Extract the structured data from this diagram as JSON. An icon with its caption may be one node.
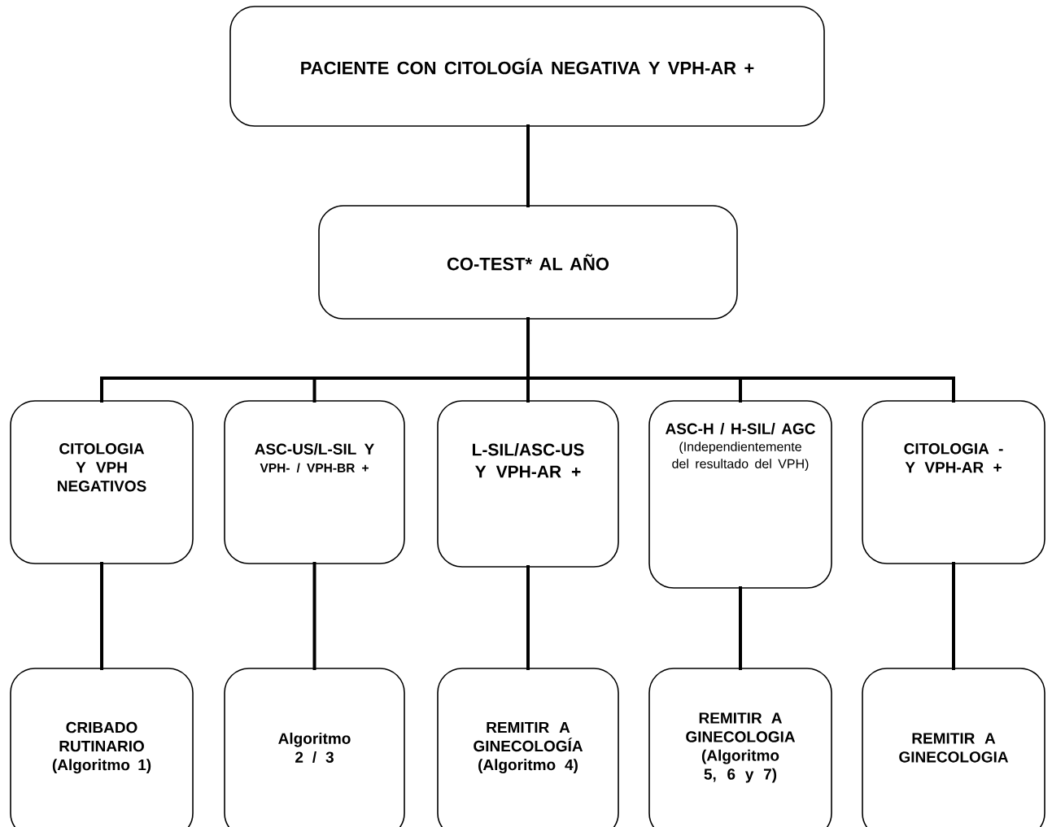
{
  "diagram": {
    "nodes": [
      {
        "text": [
          "PACIENTE CON CITOLOGÍA NEGATIVA Y VPH-AR +"
        ]
      },
      {
        "text": [
          "CO-TEST* AL AÑO"
        ]
      },
      {
        "text": [
          "CITOLOGIA Y VPH NEGATIVOS"
        ]
      },
      {
        "text": [
          "ASC-US/L-SIL Y",
          "VPH- / VPH-BR +"
        ]
      },
      {
        "text": [
          "L-SIL/ASC-US Y VPH-AR +"
        ]
      },
      {
        "text": [
          "ASC-H / H-SIL/ AGC",
          "(Independientemente del resultado del VPH)"
        ]
      },
      {
        "text": [
          "CITOLOGIA - Y VPH-AR +"
        ]
      },
      {
        "text": [
          "CRIBADO RUTINARIO (Algoritmo 1)"
        ]
      },
      {
        "text": [
          "Algoritmo 2 / 3"
        ]
      },
      {
        "text": [
          "REMITIR A GINECOLOGÍA (Algoritmo 4)"
        ]
      },
      {
        "text": [
          "REMITIR A GINECOLOGIA (Algoritmo 5, 6 y 7)"
        ]
      },
      {
        "text": [
          "REMITIR A GINECOLOGIA"
        ]
      }
    ],
    "edges": [
      {
        "from": 0,
        "to": 1,
        "arrow": "none"
      },
      {
        "from": 1,
        "to": 2,
        "arrow": "none"
      },
      {
        "from": 1,
        "to": 3,
        "arrow": "none"
      },
      {
        "from": 1,
        "to": 4,
        "arrow": "none"
      },
      {
        "from": 1,
        "to": 5,
        "arrow": "none"
      },
      {
        "from": 1,
        "to": 6,
        "arrow": "none"
      },
      {
        "from": 2,
        "to": 7,
        "arrow": "none"
      },
      {
        "from": 3,
        "to": 8,
        "arrow": "none"
      },
      {
        "from": 4,
        "to": 9,
        "arrow": "none"
      },
      {
        "from": 5,
        "to": 10,
        "arrow": "none"
      },
      {
        "from": 6,
        "to": 11,
        "arrow": "none"
      }
    ]
  }
}
